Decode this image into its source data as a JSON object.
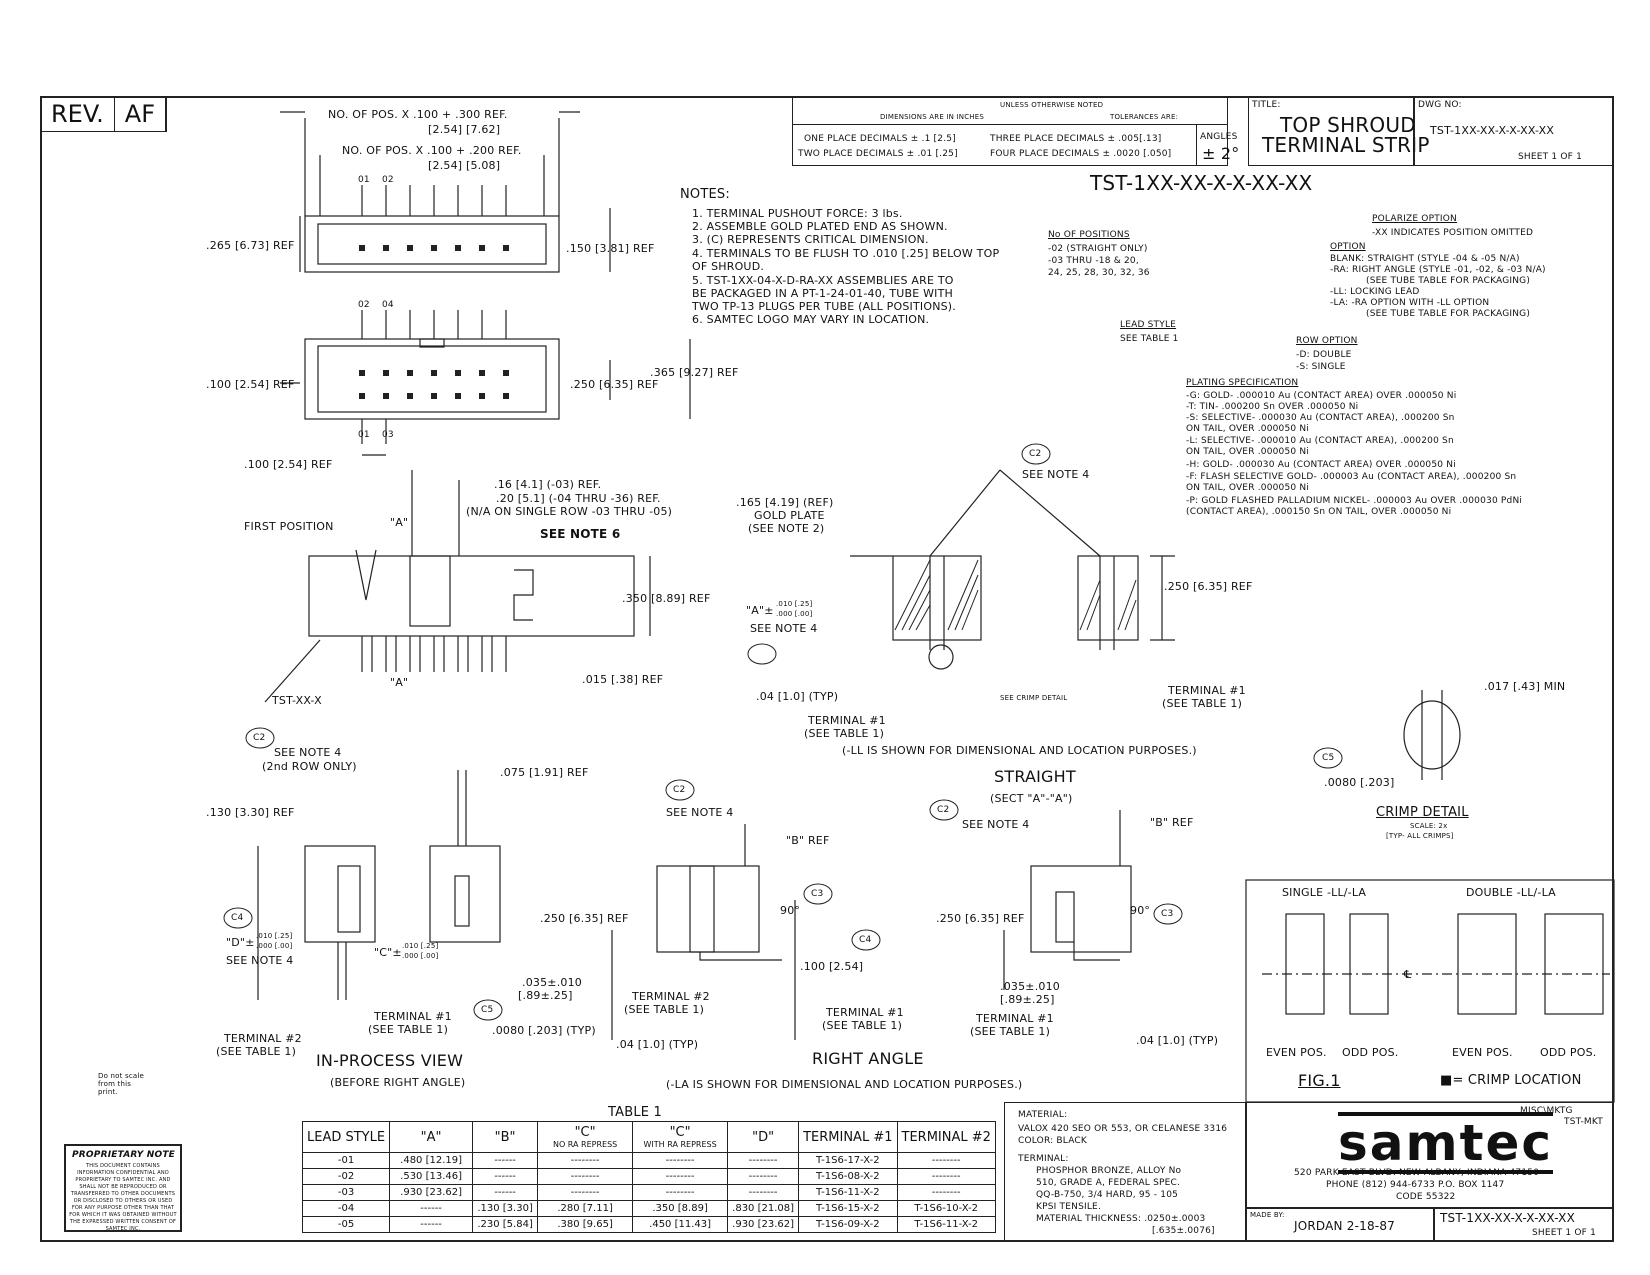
{
  "rev": {
    "label": "REV.",
    "value": "AF"
  },
  "title_block": {
    "unless_noted": "UNLESS OTHERWISE NOTED",
    "dim_in_inches": "DIMENSIONS ARE IN INCHES",
    "tolerances": "TOLERANCES ARE:",
    "one_place": "ONE PLACE DECIMALS ± .1 [2.5]",
    "two_place": "TWO PLACE DECIMALS ± .01 [.25]",
    "three_place": "THREE PLACE DECIMALS ± .005[.13]",
    "four_place": "FOUR PLACE DECIMALS ± .0020 [.050]",
    "angles_label": "ANGLES",
    "angles_value": "± 2°",
    "title_label": "TITLE:",
    "title_line1": "TOP SHROUD",
    "title_line2": "TERMINAL STRIP",
    "dwg_label": "DWG NO:",
    "dwg_no": "TST-1XX-XX-X-X-XX-XX",
    "sheet": "SHEET 1 OF 1"
  },
  "top_dims": {
    "pos_300": "NO. OF POS. X .100 + .300 REF.",
    "pos_300_mm": "[2.54]    [7.62]",
    "pos_200": "NO. OF POS. X .100 + .200 REF.",
    "pos_200_mm": "[2.54]    [5.08]",
    "d265": ".265 [6.73] REF",
    "d150": ".150 [3.81] REF",
    "d100a": ".100 [2.54] REF",
    "d250": ".250 [6.35] REF",
    "d365": ".365 [9.27] REF",
    "d100b": ".100 [2.54] REF",
    "pin01": "01",
    "pin02": "02",
    "pin02b": "02",
    "pin04": "04",
    "pin01b": "01",
    "pin03": "03"
  },
  "notes": {
    "heading": "NOTES:",
    "items": [
      "1. TERMINAL PUSHOUT FORCE: 3 lbs.",
      "2. ASSEMBLE GOLD PLATED END AS SHOWN.",
      "3. (C) REPRESENTS CRITICAL DIMENSION.",
      "4. TERMINALS TO BE FLUSH TO .010 [.25] BELOW TOP",
      "    OF SHROUD.",
      "5. TST-1XX-04-X-D-RA-XX ASSEMBLIES ARE TO",
      "    BE PACKAGED IN A PT-1-24-01-40, TUBE WITH",
      "    TWO TP-13 PLUGS PER TUBE (ALL POSITIONS).",
      "6. SAMTEC LOGO MAY VARY IN LOCATION."
    ]
  },
  "part_number": {
    "code": "TST-1XX-XX-X-X-XX-XX",
    "no_pos_title": "No OF POSITIONS",
    "no_pos_1": "-02 (STRAIGHT ONLY)",
    "no_pos_2": "-03 THRU -18 & 20,",
    "no_pos_3": "24, 25, 28, 30, 32, 36",
    "lead_style_title": "LEAD STYLE",
    "lead_style_1": "SEE TABLE 1",
    "polarize_title": "POLARIZE OPTION",
    "polarize_1": "-XX INDICATES POSITION OMITTED",
    "option_title": "OPTION",
    "option_1": "BLANK: STRAIGHT (STYLE -04 & -05 N/A)",
    "option_2": "-RA: RIGHT ANGLE (STYLE -01, -02, & -03 N/A)",
    "option_3": "(SEE TUBE TABLE FOR PACKAGING)",
    "option_4": "-LL: LOCKING LEAD",
    "option_5": "-LA: -RA OPTION WITH -LL OPTION",
    "option_6": "(SEE TUBE TABLE FOR PACKAGING)",
    "row_title": "ROW OPTION",
    "row_1": "-D: DOUBLE",
    "row_2": "-S: SINGLE",
    "plating_title": "PLATING SPECIFICATION",
    "plating": [
      "-G: GOLD- .000010 Au (CONTACT AREA) OVER .000050 Ni",
      "-T: TIN- .000200 Sn OVER .000050 Ni",
      "-S: SELECTIVE- .000030 Au (CONTACT AREA), .000200 Sn",
      "     ON TAIL, OVER .000050 Ni",
      "-L: SELECTIVE- .000010 Au (CONTACT AREA), .000200 Sn",
      "     ON TAIL, OVER .000050 Ni",
      "-H: GOLD- .000030 Au (CONTACT AREA) OVER .000050 Ni",
      "-F: FLASH SELECTIVE GOLD- .000003 Au (CONTACT AREA), .000200 Sn",
      "     ON TAIL, OVER .000050 Ni",
      "-P: GOLD FLASHED PALLADIUM NICKEL- .000003 Au OVER .000030 PdNi",
      "     (CONTACT AREA), .000150 Sn ON TAIL, OVER .000050 Ni"
    ]
  },
  "side_view": {
    "ref16": ".16 [4.1] (-03) REF.",
    "ref20": ".20 [5.1] (-04 THRU -36) REF.",
    "na": "(N/A ON SINGLE ROW -03 THRU -05)",
    "first_pos": "FIRST POSITION",
    "a_top": "\"A\"",
    "see_note6": "SEE NOTE 6",
    "d350": ".350 [8.89] REF",
    "d015": ".015 [.38] REF",
    "tst": "TST-XX-X",
    "a_bot": "\"A\""
  },
  "section": {
    "d165": ".165 [4.19] (REF)",
    "gold": "GOLD PLATE",
    "see_note2": "(SEE NOTE 2)",
    "see_note4": "SEE NOTE 4",
    "c2": "C2",
    "d250": ".250 [6.35] REF",
    "a_tol": "\"A\"±",
    "a_tol_up": ".010 [.25]",
    "a_tol_dn": ".000 [.00]",
    "see_note4b": "SEE NOTE 4",
    "d04": ".04 [1.0] (TYP)",
    "crimp": "SEE CRIMP DETAIL",
    "term1": "TERMINAL #1",
    "seet1": "(SEE TABLE 1)",
    "term1b": "TERMINAL #1",
    "seet1b": "(SEE TABLE 1)",
    "ll_note": "(-LL IS SHOWN FOR DIMENSIONAL AND LOCATION PURPOSES.)"
  },
  "crimp_detail": {
    "d017": ".017 [.43] MIN",
    "d0080": ".0080 [.203]",
    "title": "CRIMP DETAIL",
    "scale": "SCALE: 2x",
    "typ": "[TYP- ALL CRIMPS]",
    "c5": "C5"
  },
  "in_process": {
    "see_note4": "SEE NOTE 4",
    "row2": "(2nd ROW ONLY)",
    "d130": ".130 [3.30] REF",
    "d075": ".075 [1.91] REF",
    "d_tol": "\"D\"±",
    "d_up": ".010 [.25]",
    "d_dn": ".000 [.00]",
    "see_note4b": "SEE NOTE 4",
    "c_tol": "\"C\"±",
    "c_up": ".010 [.25]",
    "c_dn": ".000 [.00]",
    "term1": "TERMINAL #1",
    "seet1": "(SEE TABLE 1)",
    "term2": "TERMINAL #2",
    "seet2": "(SEE TABLE 1)",
    "title": "IN-PROCESS VIEW",
    "subtitle": "(BEFORE RIGHT ANGLE)",
    "c4": "C4",
    "c2": "C2"
  },
  "right_angle": {
    "see_note4": "SEE NOTE 4",
    "b_ref": "\"B\" REF",
    "d250": ".250 [6.35] REF",
    "deg90": "90°",
    "d100": ".100 [2.54]",
    "d035": ".035±.010",
    "d035mm": "[.89±.25]",
    "term2": "TERMINAL #2",
    "seet2": "(SEE TABLE 1)",
    "term1": "TERMINAL #1",
    "seet1": "(SEE TABLE 1)",
    "d0080": ".0080 [.203] (TYP)",
    "d04": ".04 [1.0] (TYP)",
    "title": "RIGHT ANGLE",
    "la_note": "(-LA IS SHOWN FOR DIMENSIONAL AND LOCATION PURPOSES.)",
    "c2": "C2",
    "c3": "C3",
    "c4": "C4",
    "c5": "C5"
  },
  "straight": {
    "title": "STRAIGHT",
    "sect": "(SECT \"A\"-\"A\")",
    "see_note4": "SEE NOTE 4",
    "b_ref": "\"B\" REF",
    "d250": ".250 [6.35] REF",
    "deg90": "90°",
    "d035": ".035±.010",
    "d035mm": "[.89±.25]",
    "term1": "TERMINAL #1",
    "seet1": "(SEE TABLE 1)",
    "d04": ".04 [1.0] (TYP)",
    "c2": "C2",
    "c3": "C3"
  },
  "fig1": {
    "single": "SINGLE -LL/-LA",
    "double": "DOUBLE -LL/-LA",
    "even1": "EVEN POS.",
    "odd1": "ODD POS.",
    "even2": "EVEN POS.",
    "odd2": "ODD POS.",
    "cl": "℄",
    "title": "FIG.1",
    "legend": "■= CRIMP LOCATION"
  },
  "table1": {
    "title": "TABLE 1",
    "headers": [
      "LEAD STYLE",
      "\"A\"",
      "\"B\"",
      "\"C\"",
      "\"C\"",
      "\"D\"",
      "TERMINAL #1",
      "TERMINAL #2"
    ],
    "subheaders": [
      "",
      "",
      "",
      "NO RA REPRESS",
      "WITH RA REPRESS",
      "",
      "",
      ""
    ],
    "rows": [
      [
        "-01",
        ".480 [12.19]",
        "------",
        "--------",
        "--------",
        "--------",
        "T-1S6-17-X-2",
        "--------"
      ],
      [
        "-02",
        ".530 [13.46]",
        "------",
        "--------",
        "--------",
        "--------",
        "T-1S6-08-X-2",
        "--------"
      ],
      [
        "-03",
        ".930 [23.62]",
        "------",
        "--------",
        "--------",
        "--------",
        "T-1S6-11-X-2",
        "--------"
      ],
      [
        "-04",
        "------",
        ".130 [3.30]",
        ".280 [7.11]",
        ".350 [8.89]",
        ".830 [21.08]",
        "T-1S6-15-X-2",
        "T-1S6-10-X-2"
      ],
      [
        "-05",
        "------",
        ".230 [5.84]",
        ".380 [9.65]",
        ".450 [11.43]",
        ".930 [23.62]",
        "T-1S6-09-X-2",
        "T-1S6-11-X-2"
      ]
    ]
  },
  "material": {
    "title": "MATERIAL:",
    "m1": "VALOX 420 SEO OR 553, OR CELANESE 3316",
    "m2": "COLOR: BLACK",
    "terminal": "TERMINAL:",
    "t1": "PHOSPHOR BRONZE, ALLOY No",
    "t2": "510, GRADE A, FEDERAL SPEC.",
    "t3": "QQ-B-750, 3/4 HARD, 95 - 105",
    "t4": "KPSI TENSILE.",
    "t5": "MATERIAL THICKNESS: .0250±.0003",
    "t6": "[.635±.0076]"
  },
  "company": {
    "misc": "MISC\\MKTG",
    "tst": "TST-MKT",
    "logo": "samtec",
    "addr1": "520 PARK EAST BLVD. NEW ALBANY, INDIANA 47150",
    "addr2": "PHONE (812) 944-6733  P.O. BOX 1147",
    "addr3": "CODE 55322",
    "made_by_label": "MADE BY:",
    "made_by": "JORDAN 2-18-87",
    "dwg_no": "TST-1XX-XX-X-X-XX-XX",
    "sheet": "SHEET 1 OF 1"
  },
  "misc": {
    "do_not_scale": "Do not scale from this print.",
    "prop_title": "PROPRIETARY NOTE",
    "prop_text": "THIS DOCUMENT CONTAINS INFORMATION CONFIDENTIAL AND PROPRIETARY TO SAMTEC INC. AND SHALL NOT BE REPRODUCED OR TRANSFERRED TO OTHER DOCUMENTS OR DISCLOSED TO OTHERS OR USED FOR ANY PURPOSE OTHER THAN THAT FOR WHICH IT WAS OBTAINED WITHOUT THE EXPRESSED WRITTEN CONSENT OF SAMTEC INC."
  }
}
